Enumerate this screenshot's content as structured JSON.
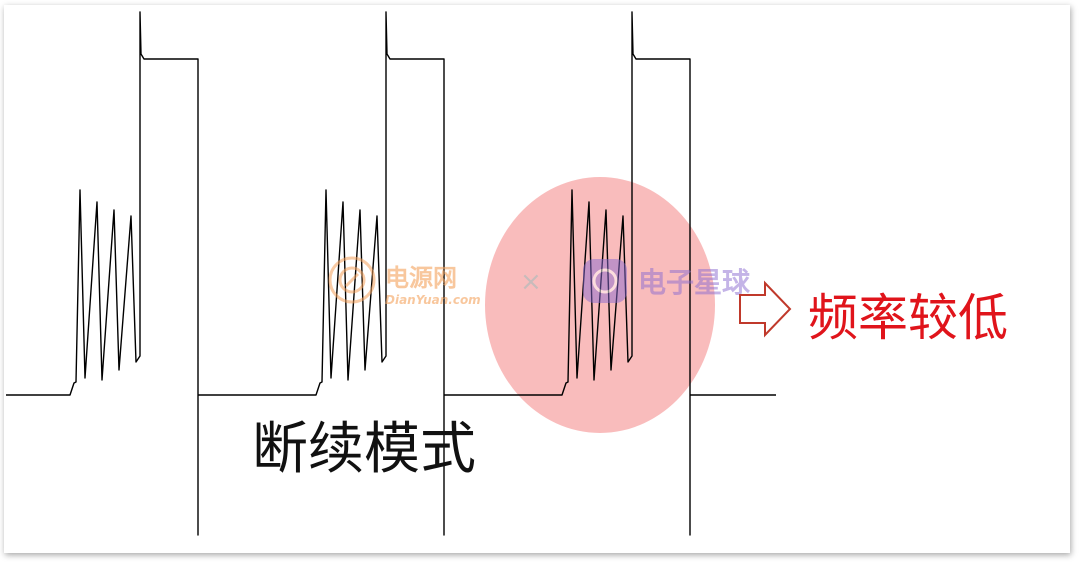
{
  "colors": {
    "waveform": "#000000",
    "highlight": "#f7a5a5",
    "accent_text": "#e0141b",
    "arrow_outline": "#c0392b",
    "watermark_orange": "#f5a25d",
    "watermark_purple": "#8a6bd1"
  },
  "labels": {
    "mode": "断续模式",
    "result": "频率较低"
  },
  "watermark": {
    "brand_cn": "电源网",
    "brand_en": "DianYuan.com",
    "separator": "×",
    "partner_cn": "电子星球"
  },
  "icons": {
    "arrow": "right-outline-arrow-icon",
    "brand_logo": "dianyuan-logo-icon",
    "partner_logo": "planet-logo-icon"
  }
}
